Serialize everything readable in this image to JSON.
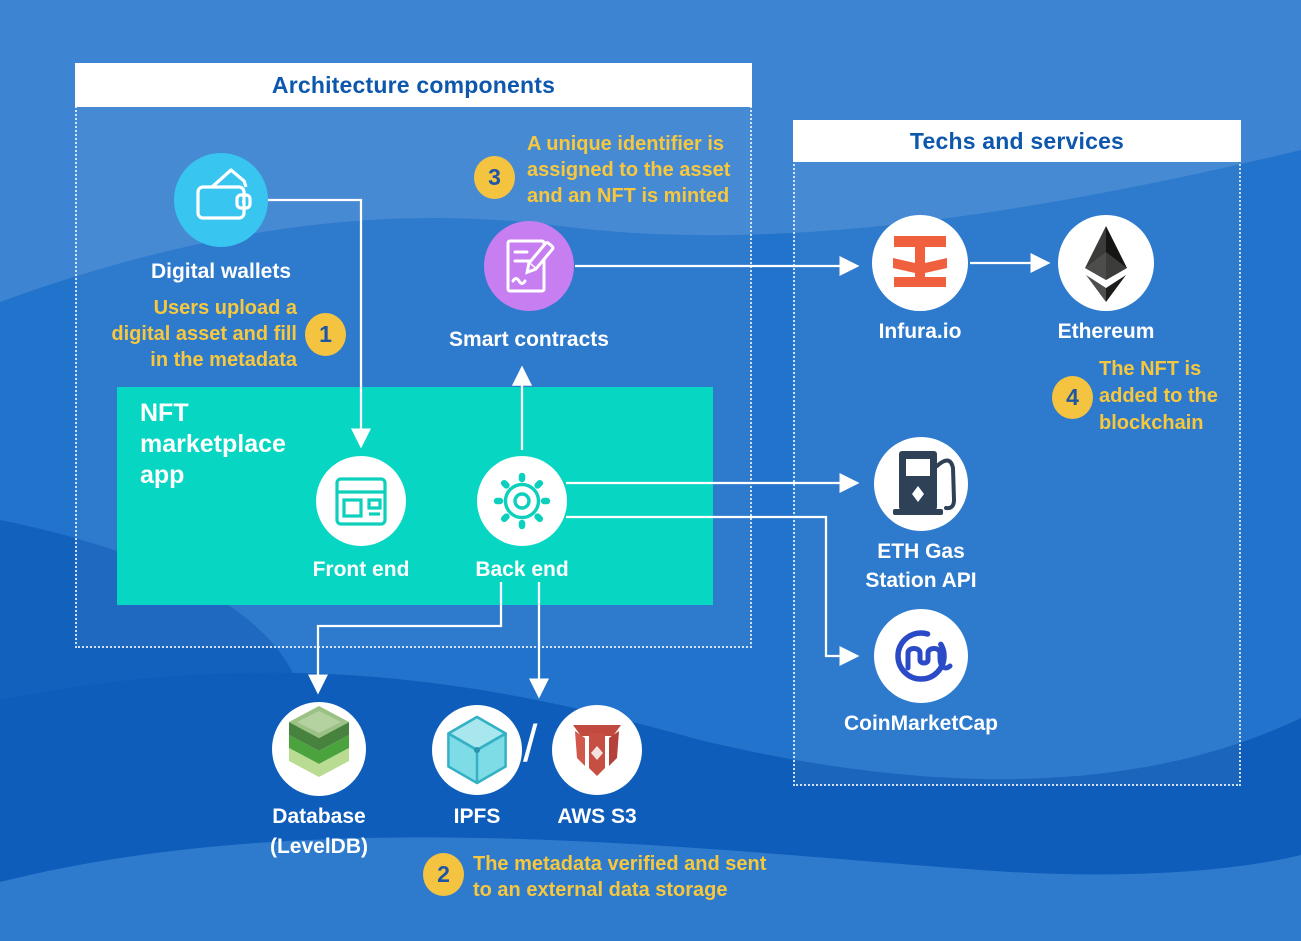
{
  "left_panel": {
    "title": "Architecture components"
  },
  "right_panel": {
    "title": "Techs and services"
  },
  "app_box": {
    "lines": [
      "NFT",
      "marketplace",
      "app"
    ]
  },
  "nodes": {
    "digital_wallets": "Digital wallets",
    "smart_contracts": "Smart contracts",
    "front_end": "Front end",
    "back_end": "Back end",
    "database_lines": [
      "Database",
      "(LevelDB)"
    ],
    "ipfs": "IPFS",
    "separator": "/",
    "aws_s3": "AWS S3",
    "infura": "Infura.io",
    "ethereum": "Ethereum",
    "eth_gas_lines": [
      "ETH Gas",
      "Station API"
    ],
    "coinmarketcap": "CoinMarketCap"
  },
  "steps": [
    {
      "num": "1",
      "lines": [
        "Users upload a",
        "digital asset and fill",
        "in the metadata"
      ]
    },
    {
      "num": "2",
      "lines": [
        "The metadata verified and sent",
        "to an external data storage"
      ]
    },
    {
      "num": "3",
      "lines": [
        "A unique identifier is",
        "assigned to the asset",
        "and an NFT is minted"
      ]
    },
    {
      "num": "4",
      "lines": [
        "The NFT is",
        "added to the",
        "blockchain"
      ]
    }
  ],
  "colors": {
    "background": "#2273cb",
    "wave_light": "#3d84d2",
    "wave_dark": "#0e5dba",
    "header_text": "#0d57ad",
    "step_yellow": "#f7c83d",
    "badge_bg": "#f4c440",
    "badge_text": "#1e56a5",
    "wallet_cyan": "#38c6f1",
    "contract_purple": "#c77ef0",
    "app_teal": "#07d6c3",
    "infura_orange": "#f0603e",
    "pump_navy": "#2e4156",
    "cmc_blue": "#2b4ac7",
    "db_green": "#4aa33c",
    "aws_red": "#c74e43",
    "ipfs_turquoise": "#7edce6"
  }
}
